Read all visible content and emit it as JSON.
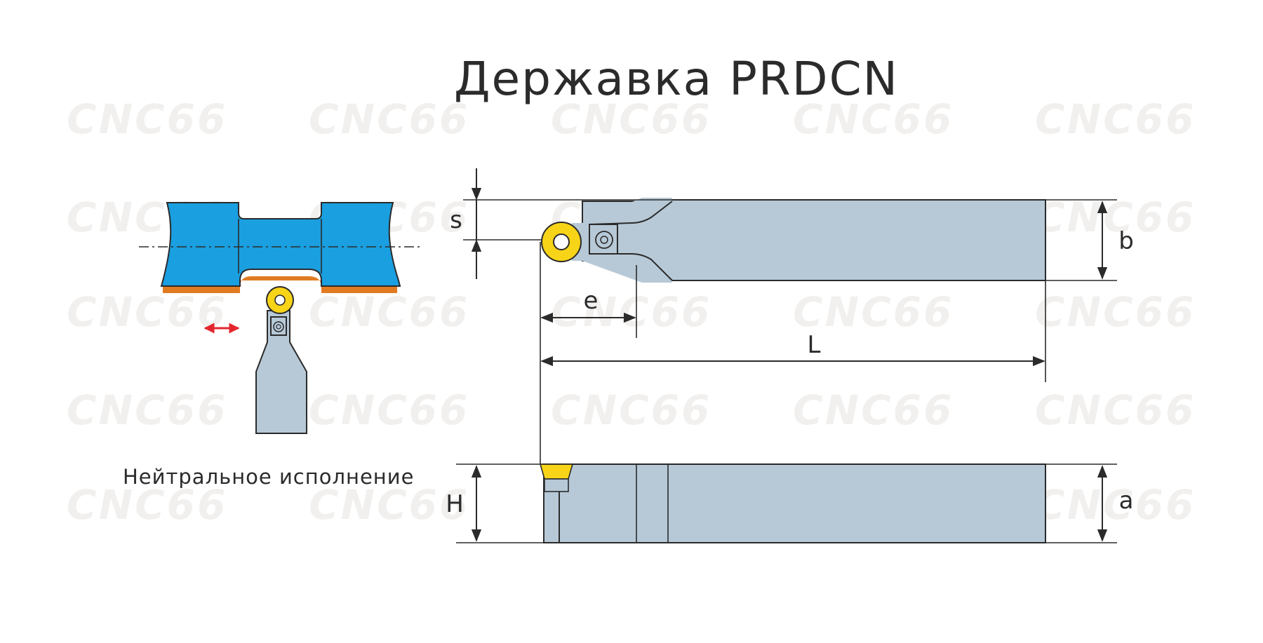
{
  "title": "Державка PRDCN",
  "caption": "Нейтральное исполнение",
  "watermark": "CNC66",
  "dimensions": {
    "s": "s",
    "b": "b",
    "e": "e",
    "L": "L",
    "H": "H",
    "a": "a"
  },
  "colors": {
    "holder": "#b7c9d7",
    "workpiece": "#1a9fe0",
    "insert": "#f7d417",
    "chip_edge": "#e07b22",
    "motion_arrow": "#e3262e",
    "line": "#2b2b2b"
  }
}
